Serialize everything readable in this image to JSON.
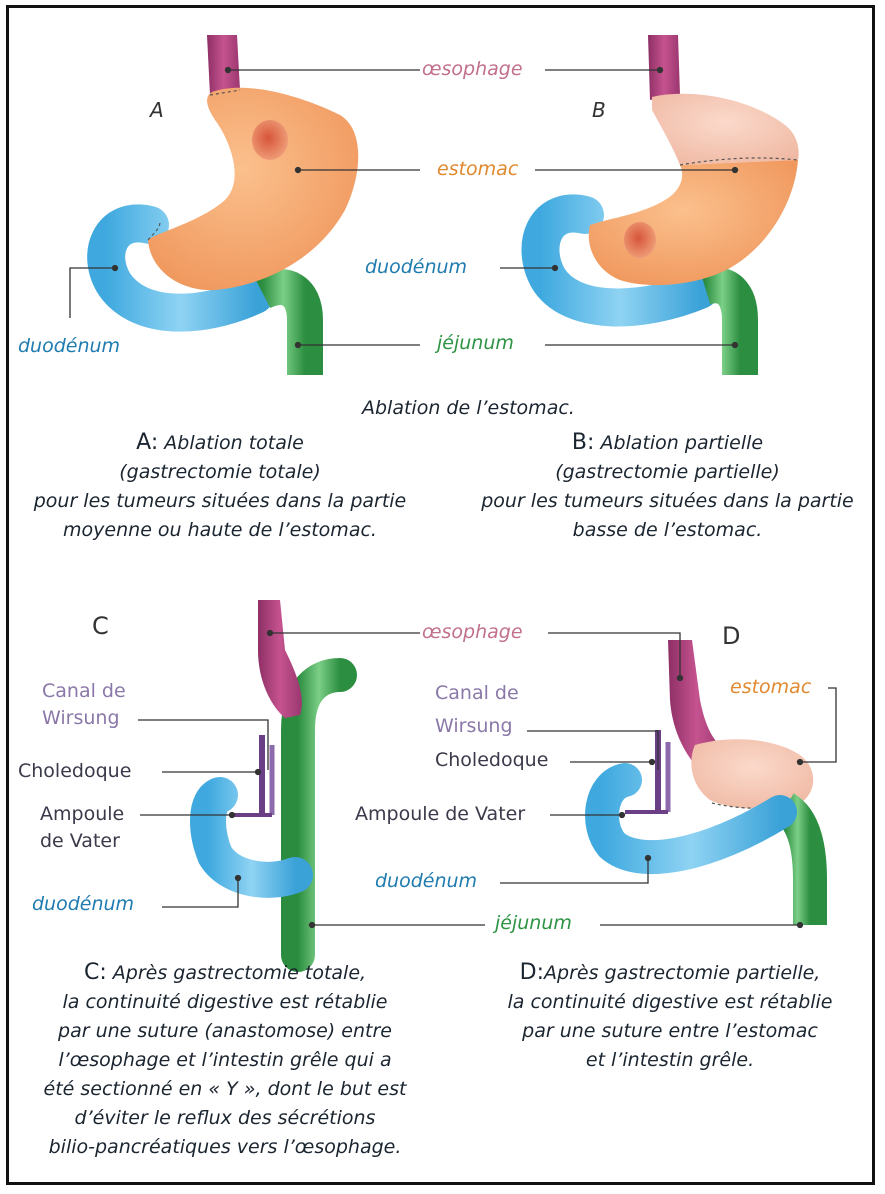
{
  "panel_letters": {
    "a": "A",
    "b": "B",
    "c": "C",
    "d": "D"
  },
  "top_labels": {
    "oesophagus": "œsophage",
    "stomach": "estomac",
    "duodenum_right": "duodénum",
    "duodenum_left": "duodénum",
    "jejunum": "jéjunum"
  },
  "caption_middle": "Ablation de l’estomac.",
  "desc_a": {
    "letter": "A:",
    "line1": "Ablation totale",
    "line2": "(gastrectomie totale)",
    "line3": "pour les tumeurs situées dans la partie",
    "line4": "moyenne ou haute de l’estomac."
  },
  "desc_b": {
    "letter": "B:",
    "line1": "Ablation partielle",
    "line2": "(gastrectomie partielle)",
    "line3": "pour les tumeurs situées dans la partie",
    "line4": "basse de l’estomac."
  },
  "bottom_labels": {
    "oesophagus": "œsophage",
    "canal_c_1": "Canal de",
    "canal_c_2": "Wirsung",
    "choledoque_c": "Choledoque",
    "ampoule_c_1": "Ampoule",
    "ampoule_c_2": "de Vater",
    "duodenum_c": "duodénum",
    "canal_d_1": "Canal de",
    "canal_d_2": "Wirsung",
    "choledoque_d": "Choledoque",
    "ampoule_d": "Ampoule de Vater",
    "duodenum_d": "duodénum",
    "jejunum": "jéjunum",
    "stomach_d": "estomac"
  },
  "desc_c": {
    "letter": "C:",
    "line1": "Après gastrectomie totale,",
    "line2": "la continuité digestive est rétablie",
    "line3": "par une suture (anastomose) entre",
    "line4": "l’œsophage et l’intestin grêle qui a",
    "line5": "été sectionné en « Y », dont le but est",
    "line6": "d’éviter le reflux des sécrétions",
    "line7": "bilio-pancréatiques vers l’œsophage."
  },
  "desc_d": {
    "letter": "D:",
    "line1": "Après gastrectomie partielle,",
    "line2": "la continuité digestive est rétablie",
    "line3": "par une suture entre l’estomac",
    "line4": "et l’intestin grêle."
  },
  "colors": {
    "oesophagus": "#b0417c",
    "stomach": "#f5a56c",
    "stomach_removed": "#f6c7b3",
    "duodenum": "#55b8e6",
    "jejunum": "#3aa24f",
    "bile_duct": "#6a3f86"
  }
}
